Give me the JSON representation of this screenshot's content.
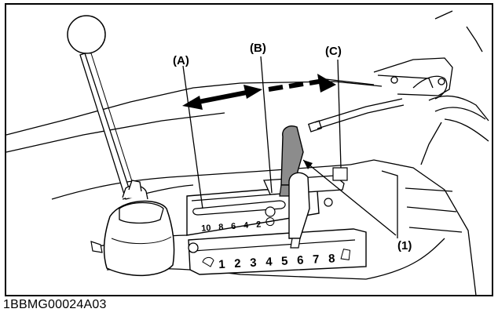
{
  "figure_code": "1BBMG00024A03",
  "callouts": {
    "a": "(A)",
    "b": "(B)",
    "c": "(C)",
    "one": "(1)"
  },
  "upper_scale": [
    "10",
    "8",
    "6",
    "4",
    "2"
  ],
  "lower_scale": [
    "1",
    "2",
    "3",
    "4",
    "5",
    "6",
    "7",
    "8"
  ]
}
